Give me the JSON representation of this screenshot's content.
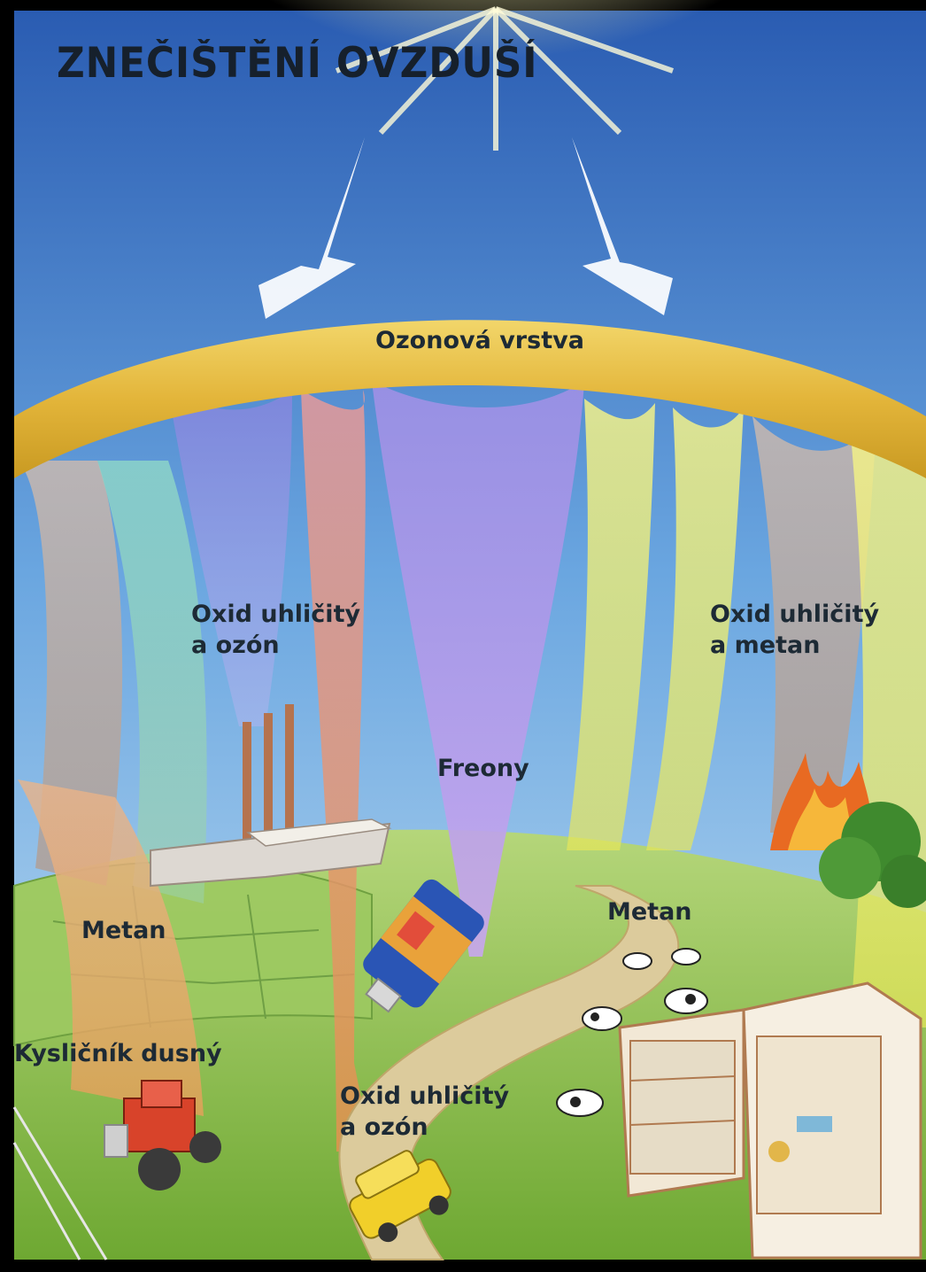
{
  "title": "ZNEČIŠTĚNÍ OVZDUŠÍ",
  "labels": {
    "ozone_layer": "Ozonová vrstva",
    "factory_line1": "Oxid uhličitý",
    "factory_line2": "a ozón",
    "fire_line1": "Oxid uhličitý",
    "fire_line2": "a metan",
    "freons": "Freony",
    "methan_field": "Metan",
    "methan_cows": "Metan",
    "nitrous_oxide": "Kysličník dusný",
    "car_line1": "Oxid uhličitý",
    "car_line2": "a ozón"
  },
  "colors": {
    "sky_top": "#2f63b8",
    "sky_bottom": "#a9d4f2",
    "ozone": "#e0b73a",
    "ground": "#8fbf45",
    "road": "#d9c89a",
    "plume_blue": "#8f8fe0",
    "plume_violet": "#b79ae8",
    "plume_yellow": "#e9e96a",
    "plume_red": "#e08a8a",
    "plume_teal": "#7fd0c0"
  },
  "icons": [
    "sun-icon",
    "arrow-down-left-icon",
    "arrow-down-right-icon",
    "factory-icon",
    "spray-can-icon",
    "cow-icon",
    "fridge-icon",
    "tractor-icon",
    "car-icon",
    "fire-icon",
    "tree-icon"
  ]
}
